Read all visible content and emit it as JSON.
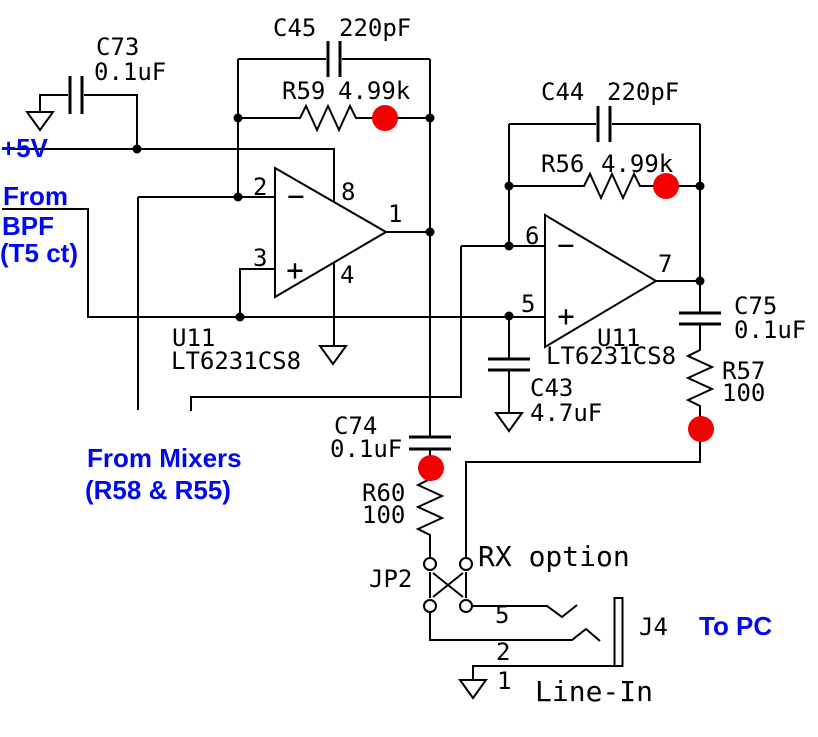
{
  "colors": {
    "wire": "#000000",
    "annotation_blue": "#0008f0",
    "probe_red": "#f30000"
  },
  "power": {
    "label": "+5V"
  },
  "inputs": {
    "from": "From",
    "bpf": "BPF",
    "t5ct": "(T5 ct)",
    "mixers_line1": "From Mixers",
    "mixers_line2": "(R58 & R55)"
  },
  "outputs": {
    "rx_option": "RX option",
    "to_pc": "To PC",
    "line_in": "Line-In"
  },
  "components": {
    "c73": {
      "ref": "C73",
      "value": "0.1uF"
    },
    "c45": {
      "ref": "C45",
      "value": "220pF"
    },
    "r59": {
      "ref": "R59",
      "value": "4.99k"
    },
    "c44": {
      "ref": "C44",
      "value": "220pF"
    },
    "r56": {
      "ref": "R56",
      "value": "4.99k"
    },
    "opamp1": {
      "ref": "U11",
      "value": "LT6231CS8",
      "pin_inv": "2",
      "pin_noninv": "3",
      "pin_vplus": "8",
      "pin_vminus": "4",
      "pin_out": "1",
      "minus": "−",
      "plus": "+"
    },
    "opamp2": {
      "ref": "U11",
      "value": "LT6231CS8",
      "pin_inv": "6",
      "pin_noninv": "5",
      "pin_out": "7",
      "minus": "−",
      "plus": "+"
    },
    "c43": {
      "ref": "C43",
      "value": "4.7uF"
    },
    "c75": {
      "ref": "C75",
      "value": "0.1uF"
    },
    "r57": {
      "ref": "R57",
      "value": "100"
    },
    "c74": {
      "ref": "C74",
      "value": "0.1uF"
    },
    "r60": {
      "ref": "R60",
      "value": "100"
    },
    "jp2": {
      "ref": "JP2"
    },
    "j4": {
      "ref": "J4",
      "pin5": "5",
      "pin2": "2",
      "pin1": "1"
    }
  }
}
